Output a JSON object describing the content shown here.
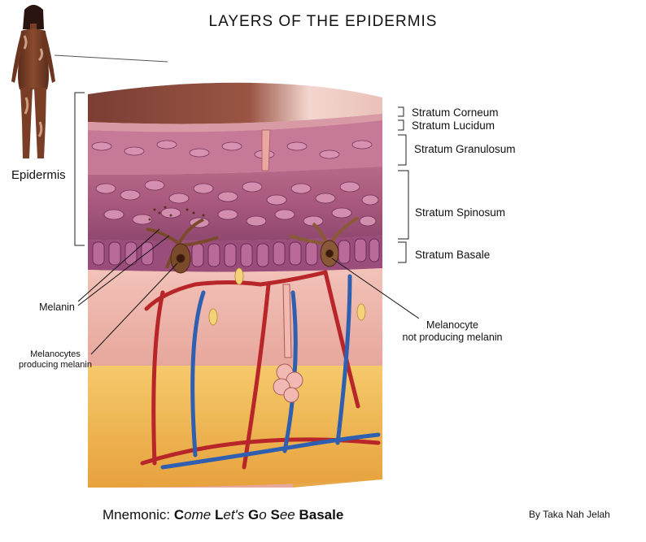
{
  "title": "LAYERS OF THE EPIDERMIS",
  "figure_label": "Epidermis",
  "layers": [
    {
      "name": "Stratum Corneum"
    },
    {
      "name": "Stratum Lucidum"
    },
    {
      "name": "Stratum Granulosum"
    },
    {
      "name": "Stratum Spinosum"
    },
    {
      "name": "Stratum Basale"
    }
  ],
  "annotations": {
    "melanin": "Melanin",
    "melanocytes_producing_1": "Melanocytes",
    "melanocytes_producing_2": "producing melanin",
    "melanocyte_not_1": "Melanocyte",
    "melanocyte_not_2": "not producing melanin"
  },
  "mnemonic": {
    "prefix": "Mnemonic:",
    "w1_cap": "C",
    "w1_rest": "ome",
    "w2_cap": "L",
    "w2_rest": "et's",
    "w3_cap": "G",
    "w3_rest": "o",
    "w4_cap": "S",
    "w4_rest": "ee",
    "w5": "Basale"
  },
  "credit": "By Taka Nah Jelah",
  "colors": {
    "corneum": "#8a4a3c",
    "keratinocyte": "#b46a8a",
    "basal": "#9a4d7a",
    "dermis": "#e8b0a8",
    "fat": "#f0b85a",
    "artery": "#b8262a",
    "vein": "#2f5fb0",
    "melanocyte": "#7a4a2a"
  }
}
